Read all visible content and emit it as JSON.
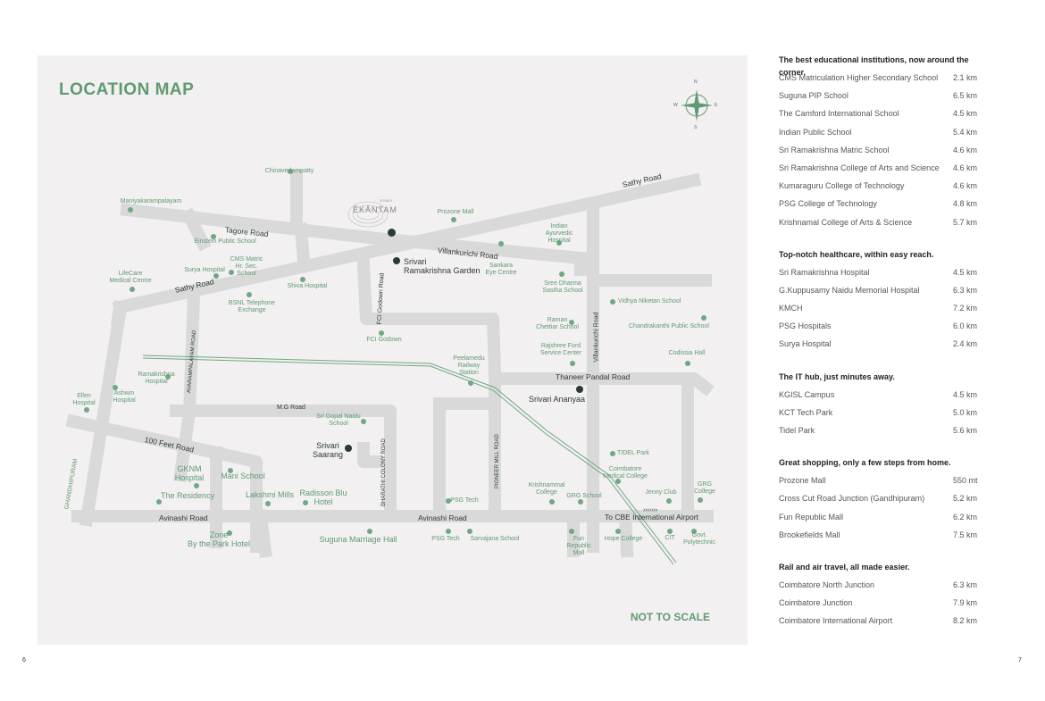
{
  "map": {
    "title": "LOCATION MAP",
    "not_to_scale": "NOT TO SCALE",
    "compass": {
      "n": "N",
      "s": "S",
      "e": "E",
      "w": "W"
    },
    "brand": {
      "small": "SRIVARI",
      "name": "ĒKĀNTAM"
    },
    "roads": {
      "sathy_road_top": "Sathy Road",
      "sathy_road_left": "Sathy Road",
      "tagore_road": "Tagore Road",
      "villankurichi_road": "Villankurichi Road",
      "fci_godown_road": "FCI Godown Road",
      "villankurichi_road_v": "Villankurichi Road",
      "avarampalayam_road": "AVARAMPALAYAM ROAD",
      "thaneer_pandal_road": "Thaneer Pandal Road",
      "mg_road": "M.G Road",
      "hundred_feet_road": "100 Feet Road",
      "bharathi_colony_road": "BHARATHI COLONY ROAD",
      "pioneer_mill_road": "PIONEER MILL ROAD",
      "ghandhipuram": "GHANDHIPURAM",
      "avinashi_road_1": "Avinashi Road",
      "avinashi_road_2": "Avinashi Road",
      "airport": "To CBE International Airport"
    },
    "projects": {
      "ramakrishna_garden": "Srivari\nRamakrishna Garden",
      "ananyaa": "Srivari Ananyaa",
      "saarang": "Srivari\nSaarang"
    },
    "landmarks": {
      "chinavedampatty": "Chinavedampatty",
      "maniyakarampalayam": "Maniyakarampalayam",
      "einstein": "Einstein Public School",
      "surya": "Surya Hospital",
      "cms_matric": "CMS Matric\nHr. Sec.\nSchool",
      "lifecare": "LifeCare\nMedical Centre",
      "shiva": "Shiva Hospital",
      "bsnl": "BSNL Telephone\nExchange",
      "prozone": "Prozone Mall",
      "indian_ayurvedic": "Indian\nAyurvedic\nHospital",
      "sankara": "Sankara\nEye Centre",
      "sree_dharma": "Sree Dharma\nSastha School",
      "vidhya": "Vidhya Niketan School",
      "chandrakanthi": "Chandrakanthi Public School",
      "raman_chettiar": "Raman\nChettiar School",
      "rajshree": "Rajshree Ford\nService Center",
      "codissia": "Codissia Hall",
      "peelamedu": "Peelamedu\nRailway\nStation",
      "fci_godown": "FCI Godown",
      "ramakrishna_hospital": "Ramakrishna\nHospital",
      "ashwin": "Ashwin\nHospital",
      "ellen": "Ellen\nHospital",
      "sri_gopal": "Sri Gopal Naidu\nSchool",
      "gknm": "GKNM\nHospital",
      "mani": "Mani School",
      "residency": "The Residency",
      "lakshmi_mills": "Lakshmi Mills",
      "radisson": "Radisson Blu\nHotel",
      "tidel": "TIDEL Park",
      "cmc": "Coimbatore\nMedical College",
      "krishnammal": "Krishnammal\nCollege",
      "grg_school": "GRG School",
      "jenny": "Jenny Club",
      "grg_college": "GRG\nCollege",
      "psg_tech_1": "PSG Tech",
      "zone": "Zone\nBy the Park Hotel",
      "suguna": "Suguna Marriage Hall",
      "psg_tech_2": "PSG Tech",
      "sarvajana": "Sarvajana School",
      "fun_republic": "Fun\nRepublic\nMall",
      "hope": "Hope College",
      "cit": "CIT",
      "govt_poly": "Govt.\nPolytechnic"
    }
  },
  "sidebar": {
    "sections": [
      {
        "heading": "The best educational institutions, now around the corner.",
        "items": [
          {
            "name": "CMS Matriculation Higher Secondary School",
            "distance": "2.1 km"
          },
          {
            "name": "Suguna PIP School",
            "distance": "6.5 km"
          },
          {
            "name": "The Camford International School",
            "distance": "4.5 km"
          },
          {
            "name": "Indian Public School",
            "distance": "5.4 km"
          },
          {
            "name": "Sri Ramakrishna Matric School",
            "distance": "4.6 km"
          },
          {
            "name": "Sri Ramakrishna College of Arts and Science",
            "distance": "4.6 km"
          },
          {
            "name": "Kumaraguru College of Technology",
            "distance": "4.6 km"
          },
          {
            "name": "PSG College of Technology",
            "distance": "4.8 km"
          },
          {
            "name": "Krishnamal College of Arts & Science",
            "distance": "5.7 km"
          }
        ]
      },
      {
        "heading": "Top-notch healthcare, within easy reach.",
        "items": [
          {
            "name": "Sri Ramakrishna Hospital",
            "distance": "4.5 km"
          },
          {
            "name": "G.Kuppusamy Naidu Memorial Hospital",
            "distance": "6.3 km"
          },
          {
            "name": "KMCH",
            "distance": "7.2 km"
          },
          {
            "name": "PSG Hospitals",
            "distance": "6.0 km"
          },
          {
            "name": "Surya Hospital",
            "distance": "2.4 km"
          }
        ]
      },
      {
        "heading": "The IT hub, just minutes away.",
        "items": [
          {
            "name": "KGISL Campus",
            "distance": "4.5 km"
          },
          {
            "name": "KCT Tech Park",
            "distance": "5.0 km"
          },
          {
            "name": "Tidel Park",
            "distance": "5.6 km"
          }
        ]
      },
      {
        "heading": "Great shopping, only a few steps from home.",
        "items": [
          {
            "name": "Prozone Mall",
            "distance": "550 mt"
          },
          {
            "name": "Cross Cut Road Junction (Gandhipuram)",
            "distance": "5.2 km"
          },
          {
            "name": "Fun Republic Mall",
            "distance": "6.2 km"
          },
          {
            "name": "Brookefields Mall",
            "distance": "7.5 km"
          }
        ]
      },
      {
        "heading": "Rail and air travel, all made easier.",
        "items": [
          {
            "name": "Coimbatore North Junction",
            "distance": "6.3 km"
          },
          {
            "name": "Coimbatore Junction",
            "distance": "7.9 km"
          },
          {
            "name": "Coimbatore International Airport",
            "distance": "8.2 km"
          }
        ]
      }
    ]
  },
  "page_numbers": {
    "left": "6",
    "right": "7"
  },
  "colors": {
    "accent": "#5f9a72",
    "road": "#d9d8d9",
    "map_bg": "#f2f0f0",
    "marker": "#2c3a33"
  }
}
